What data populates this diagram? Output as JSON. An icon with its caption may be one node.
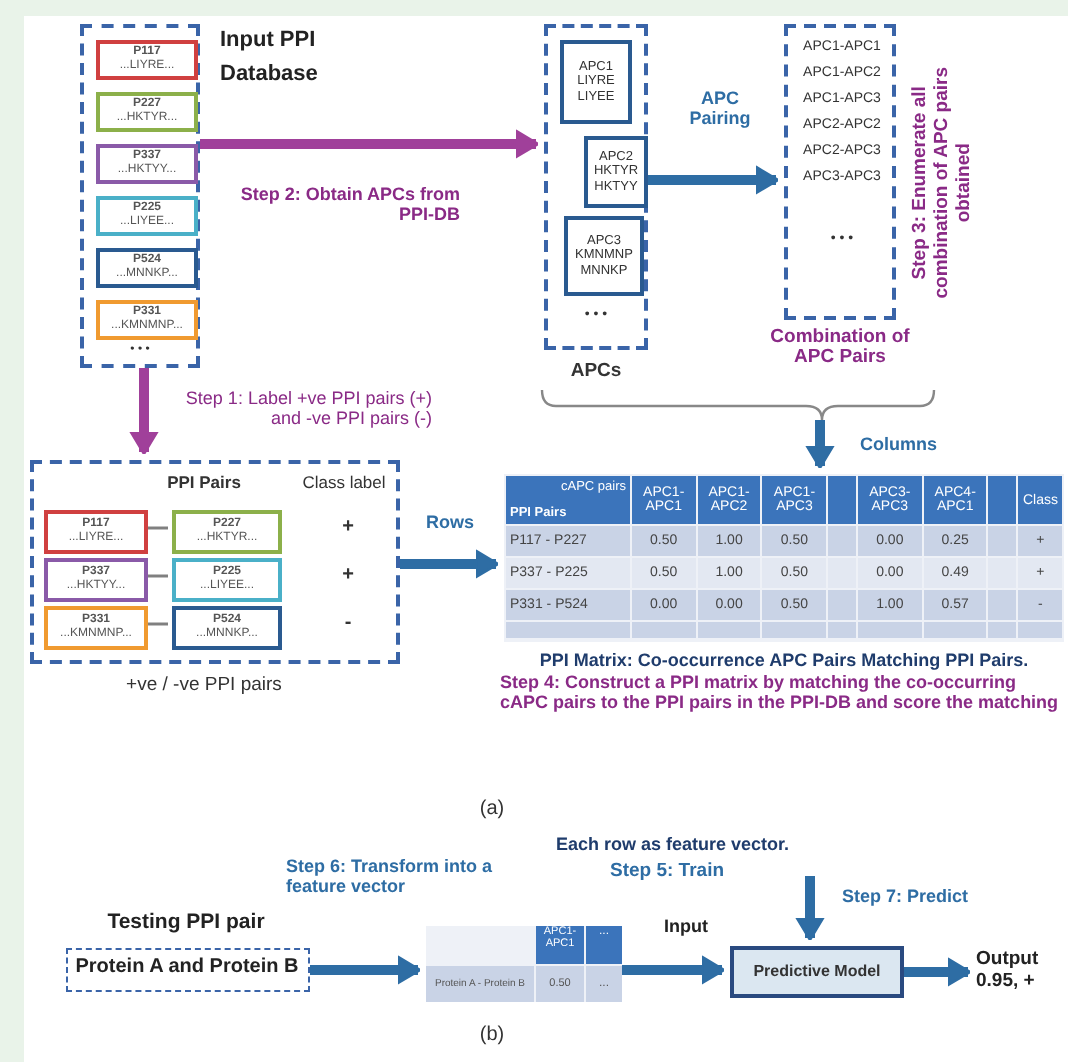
{
  "diagram": {
    "nodes": [
      {
        "text": [
          "Input PPI Database",
          "• • •"
        ]
      },
      {
        "text": [
          "P117",
          "...LIYRE..."
        ],
        "in": 0
      },
      {
        "text": [
          "P227",
          "...HKTYR..."
        ],
        "in": 0
      },
      {
        "text": [
          "P337",
          "...HKTYY..."
        ],
        "in": 0
      },
      {
        "text": [
          "P225",
          "...LIYEE..."
        ],
        "in": 0
      },
      {
        "text": [
          "P524",
          "...MNNKP..."
        ],
        "in": 0
      },
      {
        "text": [
          "P331",
          "...KMNMNP..."
        ],
        "in": 0
      },
      {
        "text": [
          "• • •",
          "APCs"
        ]
      },
      {
        "text": [
          "APC1",
          "LIYRE",
          "LIYEE"
        ],
        "in": 7
      },
      {
        "text": [
          "APC2",
          "HKTYR",
          "HKTYY"
        ],
        "in": 7
      },
      {
        "text": [
          "APC3",
          "KMNMNP",
          "MNNKP"
        ],
        "in": 7
      },
      {
        "text": [
          "APC1-APC1",
          "APC1-APC2",
          "APC1-APC3",
          "APC2-APC2",
          "APC2-APC3",
          "APC3-APC3",
          "• • •",
          "Combination of APC Pairs"
        ]
      },
      {
        "text": [
          "PPI Pairs",
          "Class label",
          "+",
          "+",
          "-",
          "+ve / -ve PPI pairs"
        ]
      },
      {
        "text": [
          "P117",
          "...LIYRE..."
        ],
        "in": 12
      },
      {
        "text": [
          "P227",
          "...HKTYR..."
        ],
        "in": 12
      },
      {
        "text": [
          "P337",
          "...HKTYY..."
        ],
        "in": 12
      },
      {
        "text": [
          "P225",
          "...LIYEE..."
        ],
        "in": 12
      },
      {
        "text": [
          "P331",
          "...KMNMNP..."
        ],
        "in": 12
      },
      {
        "text": [
          "P524",
          "...MNNKP..."
        ],
        "in": 12
      },
      {
        "text": [],
        "shape": "table",
        "beside": [
          "PPI Matrix:  Co-occurrence APC Pairs Matching  PPI  Pairs."
        ]
      },
      {
        "text": [
          "Testing PPI pair",
          "Protein A and Protein B"
        ]
      },
      {
        "text": [
          "APC1- APC1",
          "...",
          "Protein A - Protein B",
          "0.50",
          "..."
        ]
      },
      {
        "text": [
          "Predictive Model"
        ]
      },
      {
        "text": [
          "Output 0.95, +"
        ]
      },
      {
        "text": [],
        "shape": "bracket"
      }
    ],
    "edges": [
      {
        "from": 0,
        "to": 7,
        "arrow": "to",
        "label": "Step 2: Obtain APCs from PPI-DB",
        "color": "#a0409a"
      },
      {
        "from": 7,
        "to": 11,
        "arrow": "to",
        "label": "APC Pairing"
      },
      {
        "from": 0,
        "to": 12,
        "arrow": "to",
        "label": "Step 1:  Label +ve PPI pairs (+) and  -ve PPI pairs (-)",
        "color": "#a0409a"
      },
      {
        "from": 13,
        "to": 14,
        "arrow": "none",
        "color": "#808080"
      },
      {
        "from": 15,
        "to": 16,
        "arrow": "none",
        "color": "#808080"
      },
      {
        "from": 17,
        "to": 18,
        "arrow": "none",
        "color": "#808080"
      },
      {
        "from": 12,
        "to": 19,
        "arrow": "to",
        "label": "Rows"
      },
      {
        "from": 24,
        "to": 19,
        "arrow": "to",
        "label": "Columns"
      },
      {
        "from": 20,
        "to": 21,
        "arrow": "to",
        "label": "Step 6: Transform  into a feature vector"
      },
      {
        "from": 21,
        "to": 22,
        "arrow": "to",
        "label": "Input"
      },
      {
        "from": null,
        "to": 22,
        "arrow": "to",
        "label": "Step 7: Predict"
      },
      {
        "from": 22,
        "to": 23,
        "arrow": "to"
      }
    ],
    "labels": [
      "Step 3: Enumerate all combination of APC pairs obtained",
      "cAPC pairs",
      "PPI Pairs",
      "APC1- APC1",
      "APC1- APC2",
      "APC1- APC3",
      "APC3- APC3",
      "APC4- APC1",
      "Class",
      "P117 - P227",
      "0.50",
      "1.00",
      "0.50",
      "0.00",
      "0.25",
      "+",
      "P337 - P225",
      "0.50",
      "1.00",
      "0.50",
      "0.00",
      "0.49",
      "+",
      "P331 - P524",
      "0.00",
      "0.00",
      "0.50",
      "1.00",
      "0.57",
      "-",
      "Step 4: Construct a PPI matrix by matching the co-occurring cAPC pairs to the PPI pairs in the PPI-DB and score the matching",
      "(a)",
      "Each row as feature vector.",
      "Step 5: Train",
      "(b)"
    ]
  }
}
